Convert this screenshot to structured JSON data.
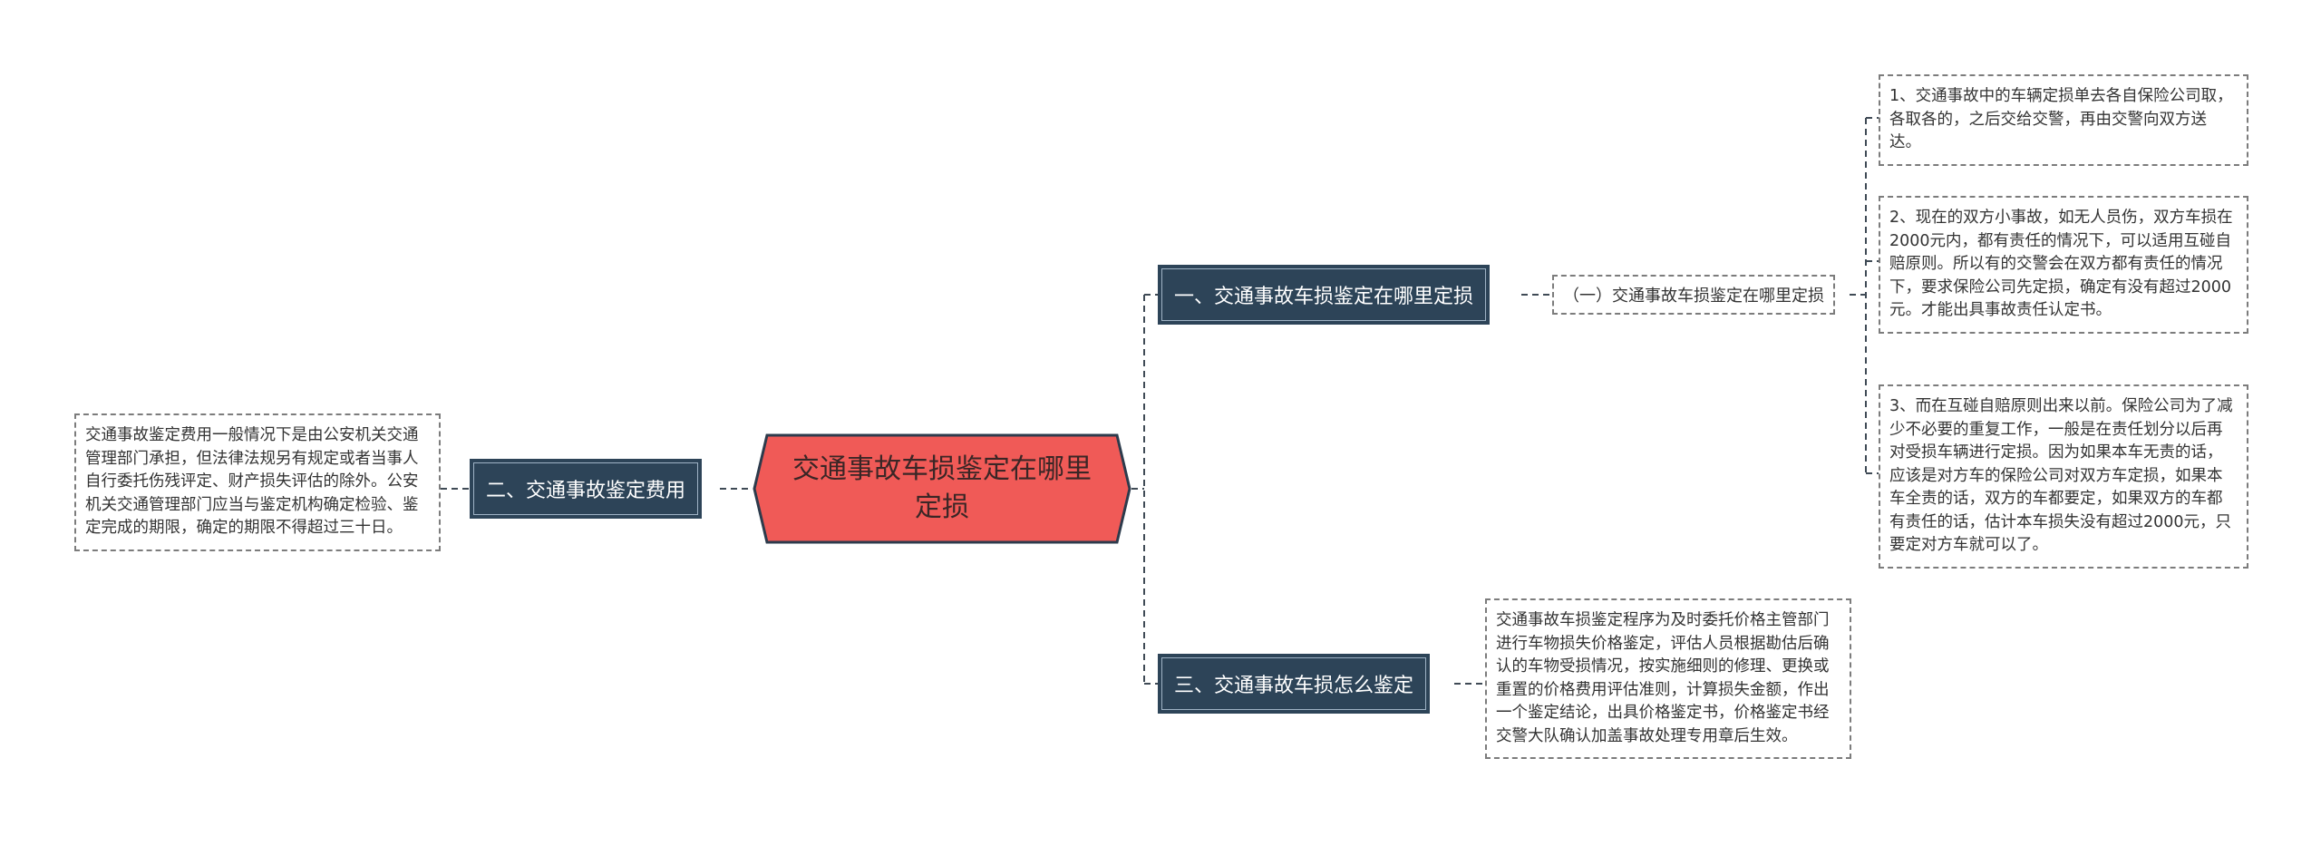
{
  "center": {
    "label": "交通事故车损鉴定在哪里定损"
  },
  "branch_1": {
    "label": "一、交通事故车损鉴定在哪里定损",
    "sub": {
      "label": "（一）交通事故车损鉴定在哪里定损",
      "items": [
        "1、交通事故中的车辆定损单去各自保险公司取，各取各的，之后交给交警，再由交警向双方送达。",
        "2、现在的双方小事故，如无人员伤，双方车损在2000元内，都有责任的情况下，可以适用互碰自赔原则。所以有的交警会在双方都有责任的情况下，要求保险公司先定损，确定有没有超过2000元。才能出具事故责任认定书。",
        "3、而在互碰自赔原则出来以前。保险公司为了减少不必要的重复工作，一般是在责任划分以后再对受损车辆进行定损。因为如果本车无责的话，应该是对方车的保险公司对双方车定损，如果本车全责的话，双方的车都要定，如果双方的车都有责任的话，估计本车损失没有超过2000元，只要定对方车就可以了。"
      ]
    }
  },
  "branch_2": {
    "label": "二、交通事故鉴定费用",
    "detail": "交通事故鉴定费用一般情况下是由公安机关交通管理部门承担，但法律法规另有规定或者当事人自行委托伤残评定、财产损失评估的除外。公安机关交通管理部门应当与鉴定机构确定检验、鉴定完成的期限，确定的期限不得超过三十日。"
  },
  "branch_3": {
    "label": "三、交通事故车损怎么鉴定",
    "detail": "交通事故车损鉴定程序为及时委托价格主管部门进行车物损失价格鉴定，评估人员根据勘估后确认的车物受损情况，按实施细则的修理、更换或重置的价格费用评估准则，计算损失金额，作出一个鉴定结论，出具价格鉴定书，价格鉴定书经交警大队确认加盖事故处理专用章后生效。"
  },
  "colors": {
    "center_fill": "#f05a57",
    "center_stroke": "#2d3b4c",
    "branch_fill": "#2d4458",
    "link": "#3f4a55",
    "dashed_border": "#7c7c7c"
  }
}
